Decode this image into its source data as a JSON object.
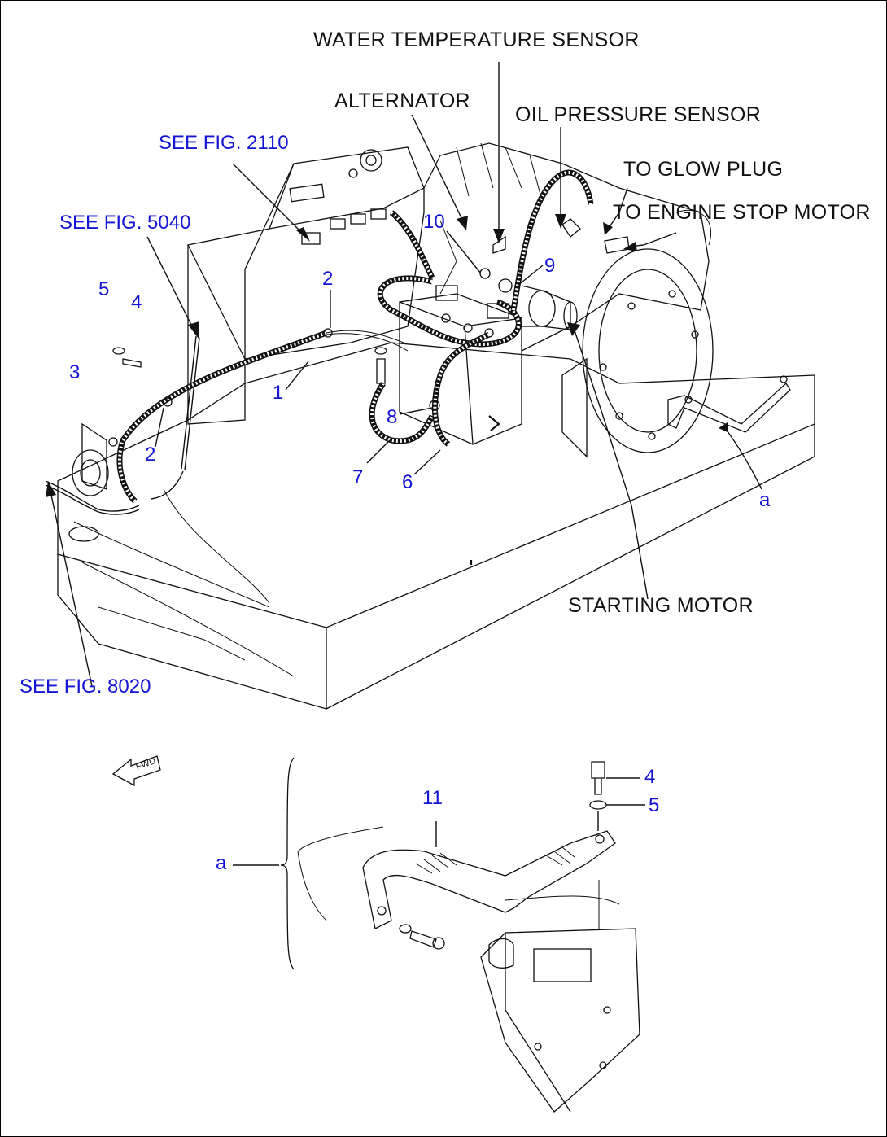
{
  "diagram": {
    "callouts": {
      "water_temp_sensor": "WATER TEMPERATURE SENSOR",
      "alternator": "ALTERNATOR",
      "oil_pressure_sensor": "OIL PRESSURE SENSOR",
      "glow_plug": "TO GLOW PLUG",
      "engine_stop_motor": "TO ENGINE STOP MOTOR",
      "starting_motor": "STARTING MOTOR"
    },
    "references": {
      "fig_2110": "SEE FIG. 2110",
      "fig_5040": "SEE FIG. 5040",
      "fig_8020": "SEE FIG. 8020"
    },
    "part_numbers": {
      "p1": "1",
      "p2_top": "2",
      "p2_left": "2",
      "p3": "3",
      "p4": "4",
      "p5": "5",
      "p6": "6",
      "p7": "7",
      "p8": "8",
      "p9": "9",
      "p10": "10",
      "p11": "11",
      "p4_detail": "4",
      "p5_detail": "5"
    },
    "detail_letters": {
      "a_top": "a",
      "a_detail": "a"
    },
    "fwd_marker": "FWD"
  }
}
